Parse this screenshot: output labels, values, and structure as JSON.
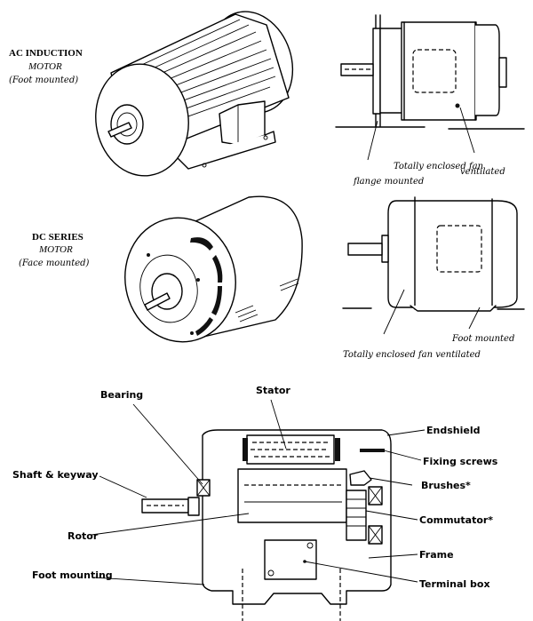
{
  "ac_motor": {
    "title_line1": "AC INDUCTION",
    "title_line2": "MOTOR",
    "subtitle": "(Foot mounted)",
    "side_labels": {
      "flange": "flange mounted",
      "enclosure_line1": "Totally enclosed fan",
      "enclosure_line2": "ventilated"
    }
  },
  "dc_motor": {
    "title_line1": "DC SERIES",
    "title_line2": "MOTOR",
    "subtitle": "(Face mounted)",
    "side_labels": {
      "foot": "Foot mounted",
      "enclosure": "Totally enclosed fan ventilated"
    }
  },
  "cutaway": {
    "labels": {
      "bearing": "Bearing",
      "stator": "Stator",
      "endshield": "Endshield",
      "fixing_screws": "Fixing screws",
      "brushes": "Brushes*",
      "shaft": "Shaft & keyway",
      "commutator": "Commutator*",
      "rotor": "Rotor",
      "frame": "Frame",
      "foot_mounting": "Foot mounting",
      "terminal_box": "Terminal box"
    }
  }
}
